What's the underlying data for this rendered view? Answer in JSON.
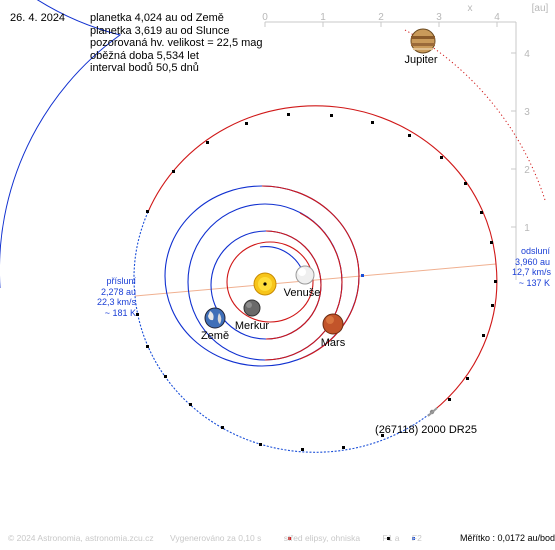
{
  "date": "26. 4. 2024",
  "info": {
    "line1": "planetka 4,024 au od Země",
    "line2": "planetka 3,619 au od Slunce",
    "line3": "pozorovaná hv. velikost = 22,5 mag",
    "line4": "oběžná doba 5,534 let",
    "line5": "interval bodů 50,5 dnů"
  },
  "axes": {
    "x_marker": "x",
    "unit": "[au]",
    "x_ticks": [
      "0",
      "1",
      "2",
      "3",
      "4"
    ],
    "y_ticks": [
      "1",
      "2",
      "3",
      "4"
    ]
  },
  "bodies": {
    "sun": "",
    "venus": "Venuše",
    "mercury": "Merkur",
    "earth": "Země",
    "mars": "Mars",
    "jupiter": "Jupiter",
    "asteroid": "(267118) 2000 DR25"
  },
  "perihelion": {
    "title": "přísluní",
    "distance": "2,278 au",
    "speed": "22,3 km/s",
    "temp": "~ 181 K"
  },
  "aphelion": {
    "title": "odsluní",
    "distance": "3,960 au",
    "speed": "12,7 km/s",
    "temp": "~ 137 K"
  },
  "footer": {
    "copyright": "© 2024 Astronomia, astronomia.zcu.cz",
    "generated": "Vygenerováno za 0,10 s",
    "legend_center": "střed elipsy, ohniska",
    "legend_f1": "F1 a",
    "legend_f2": "F2",
    "scale": "Měřítko : 0,0172 au/bod"
  },
  "colors": {
    "blue_orbit": "#1030d0",
    "red_orbit": "#d01818",
    "asteroid_orbit": "#1a4fd8",
    "axis": "#c8c8c8",
    "apsis_line": "#f0b090"
  }
}
